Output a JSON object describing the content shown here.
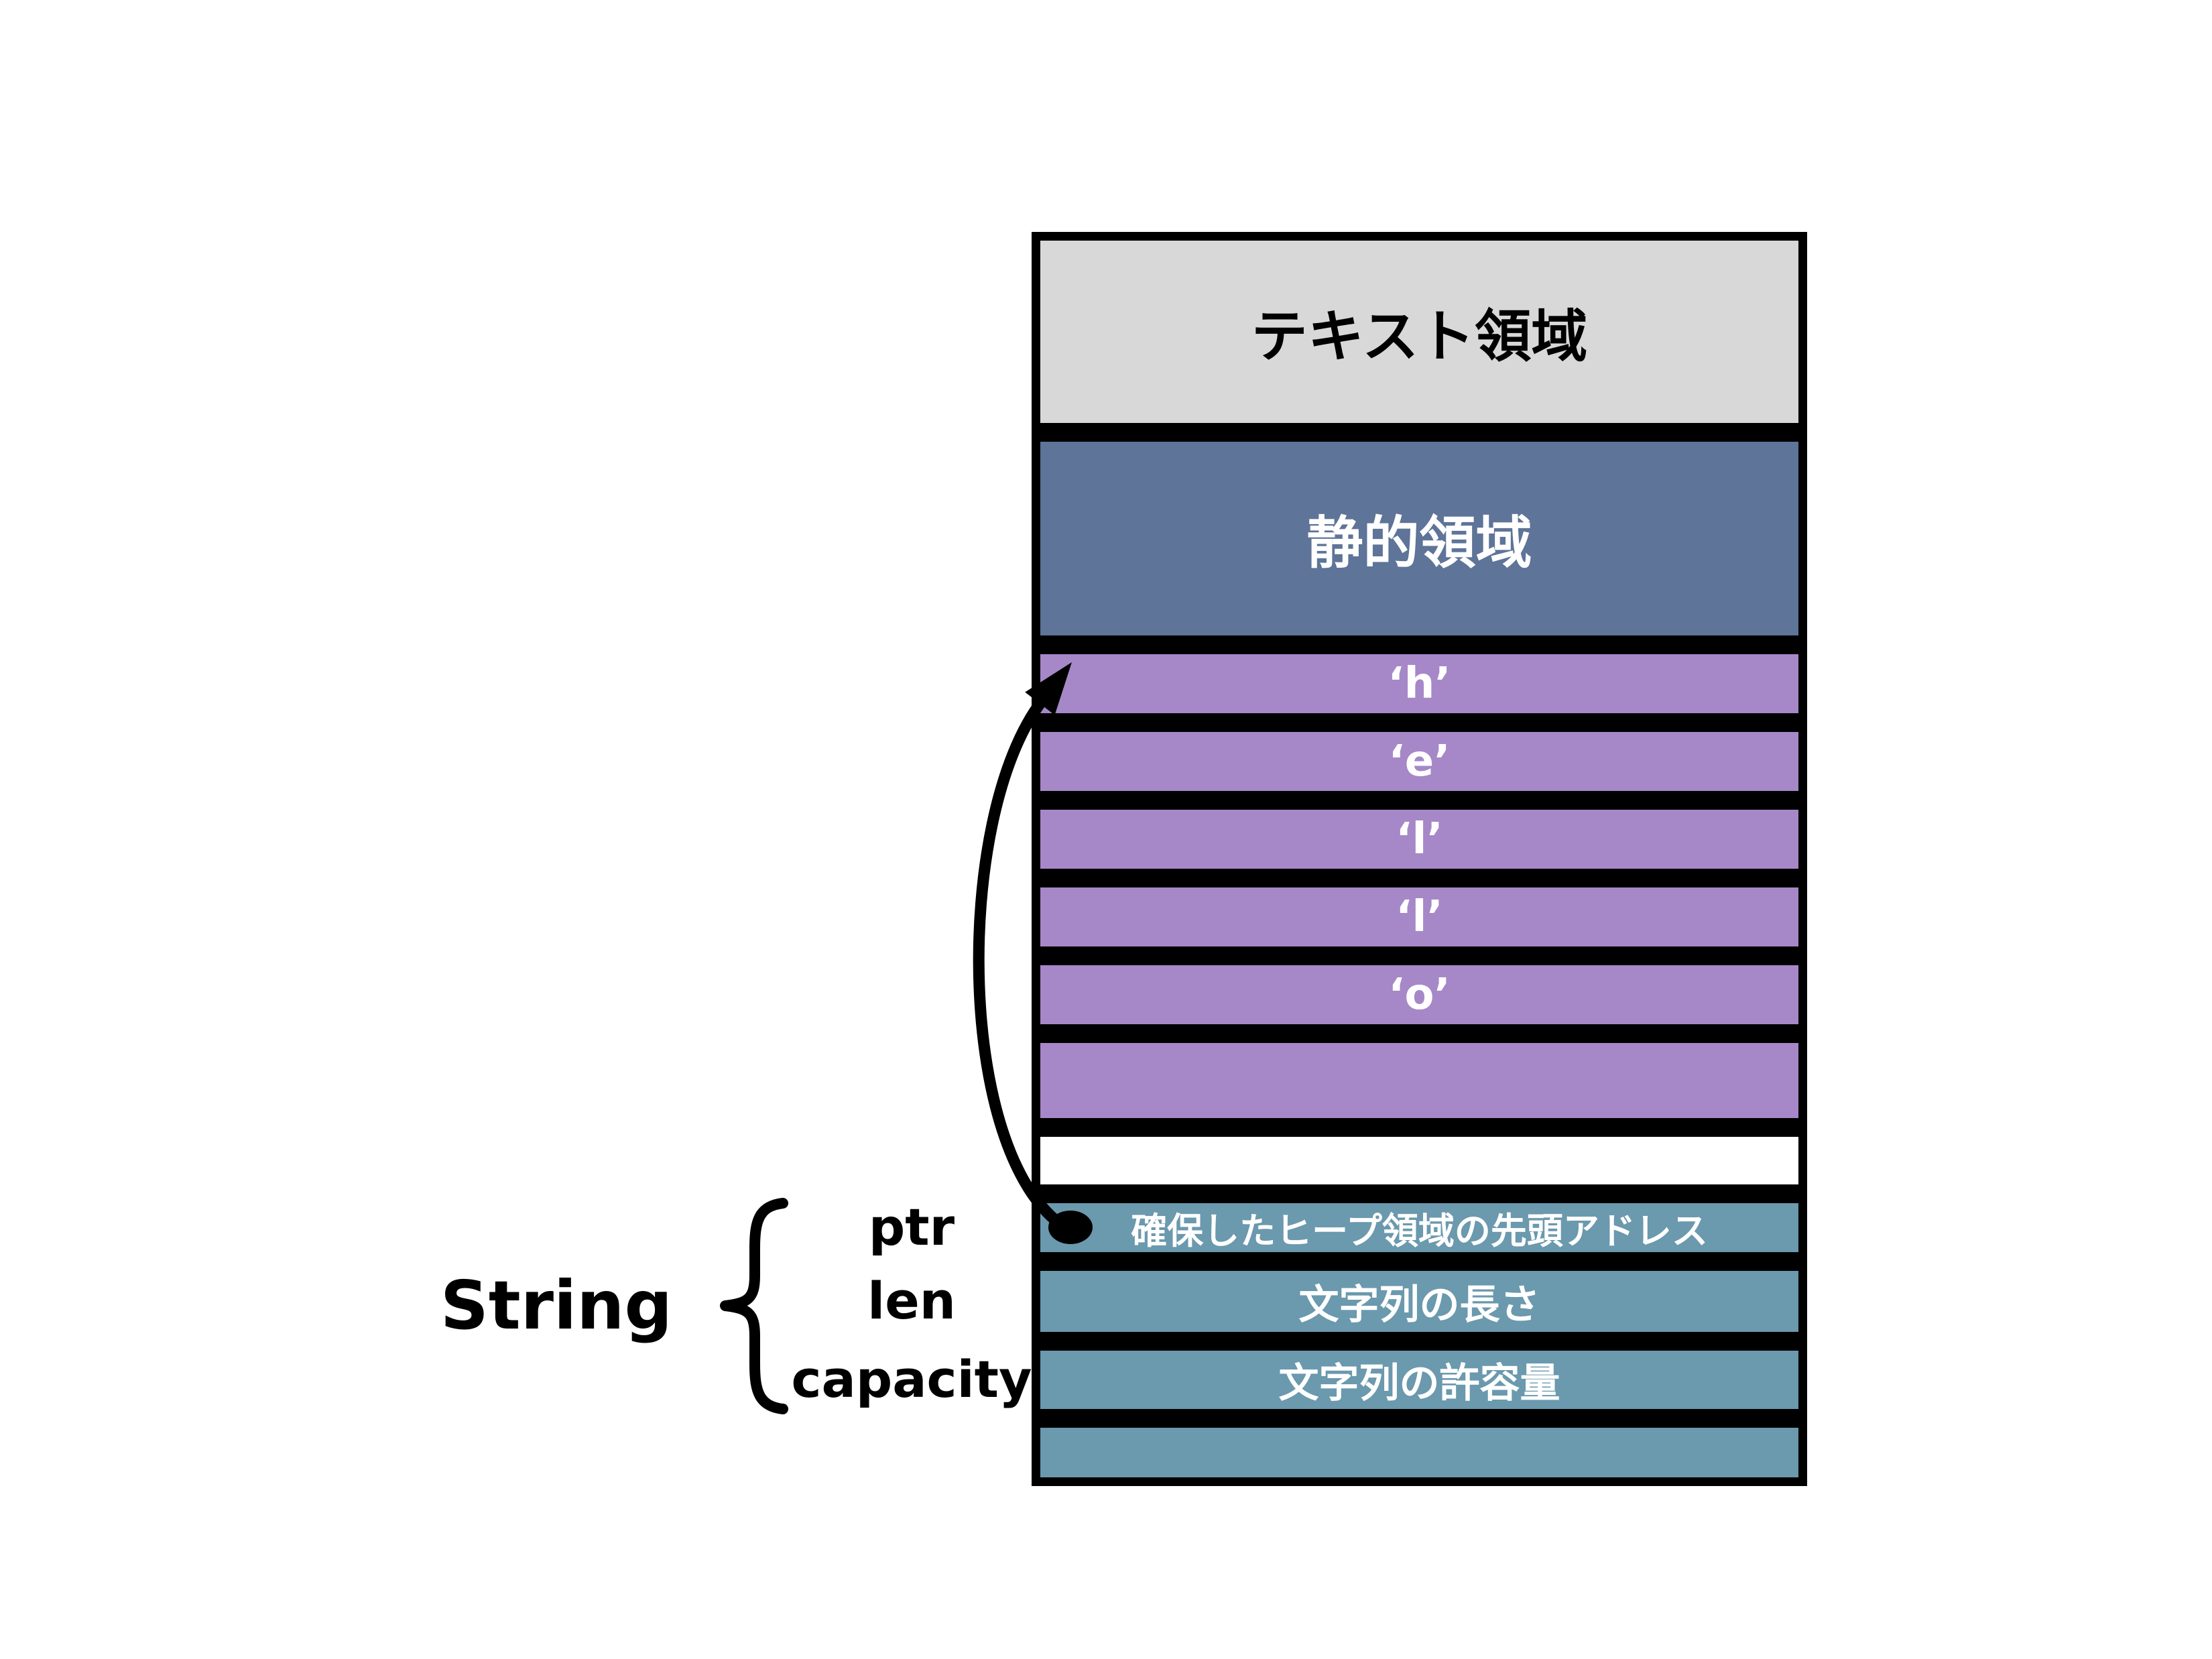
{
  "colors": {
    "background": "#ffffff",
    "border_black": "#000000",
    "text_segment_gray": "#d8d8d8",
    "static_segment_blue": "#5e7498",
    "heap_segment_purple": "#a688c8",
    "stack_segment_teal": "#6b99ae",
    "label_white": "#ffffff",
    "label_black": "#000000"
  },
  "memory_column": {
    "rows": [
      {
        "id": "text-segment",
        "label": "テキスト領域"
      },
      {
        "id": "static-segment",
        "label": "静的領域"
      },
      {
        "id": "heap-cell-h",
        "label": "‘h’"
      },
      {
        "id": "heap-cell-e",
        "label": "‘e’"
      },
      {
        "id": "heap-cell-l1",
        "label": "‘l’"
      },
      {
        "id": "heap-cell-l2",
        "label": "‘l’"
      },
      {
        "id": "heap-cell-o",
        "label": "‘o’"
      },
      {
        "id": "heap-cell-unused",
        "label": ""
      },
      {
        "id": "gap-row",
        "label": ""
      },
      {
        "id": "stack-ptr-cell",
        "label": "確保したヒープ領域の先頭アドレス"
      },
      {
        "id": "stack-len-cell",
        "label": "文字列の長さ"
      },
      {
        "id": "stack-capacity-cell",
        "label": "文字列の許容量"
      },
      {
        "id": "stack-unused-cell",
        "label": ""
      }
    ]
  },
  "string_struct": {
    "title": "String",
    "brace": "{",
    "fields": [
      {
        "label": "ptr"
      },
      {
        "label": "len"
      },
      {
        "label": "capacity"
      }
    ]
  }
}
